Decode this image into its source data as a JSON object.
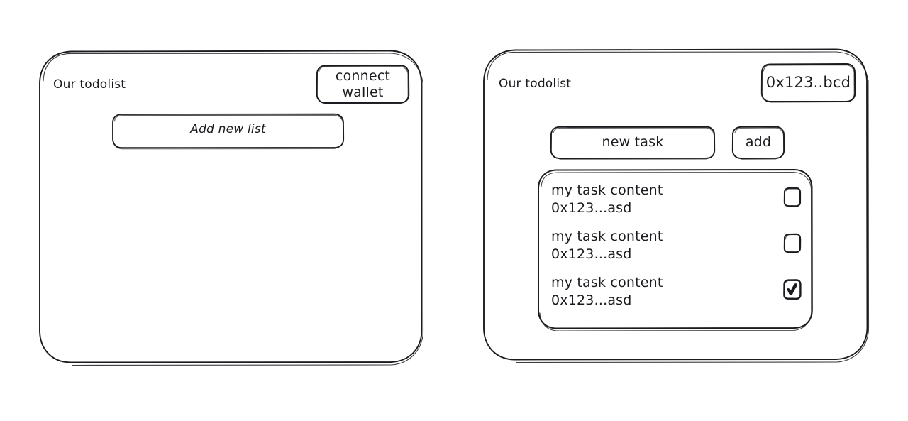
{
  "screens": [
    {
      "id": "disconnected",
      "name": "wallet-disconnected-screen",
      "title": "Our todolist",
      "wallet_button": {
        "label": "connect\nwallet",
        "name": "connect-wallet-button"
      },
      "primary_action": {
        "label": "Add new list",
        "name": "add-new-list-button"
      }
    },
    {
      "id": "connected",
      "name": "wallet-connected-screen",
      "title": "Our todolist",
      "wallet_badge": {
        "label": "0x123..bcd",
        "name": "wallet-address-badge"
      },
      "new_task_input": {
        "value": "new task",
        "placeholder": "new task",
        "name": "new-task-input"
      },
      "add_button": {
        "label": "add",
        "name": "add-task-button"
      },
      "tasks": [
        {
          "content": "my task content",
          "address": "0x123...asd",
          "done": false
        },
        {
          "content": "my task content",
          "address": "0x123...asd",
          "done": false
        },
        {
          "content": "my task content",
          "address": "0x123...asd",
          "done": true
        }
      ]
    }
  ],
  "colors": {
    "background": "#ffffff",
    "stroke": "#1b1b1f",
    "text": "#1b1b1f"
  },
  "icons": {
    "checkbox_unchecked": "checkbox-empty-icon",
    "checkbox_checked": "checkbox-checked-icon"
  }
}
